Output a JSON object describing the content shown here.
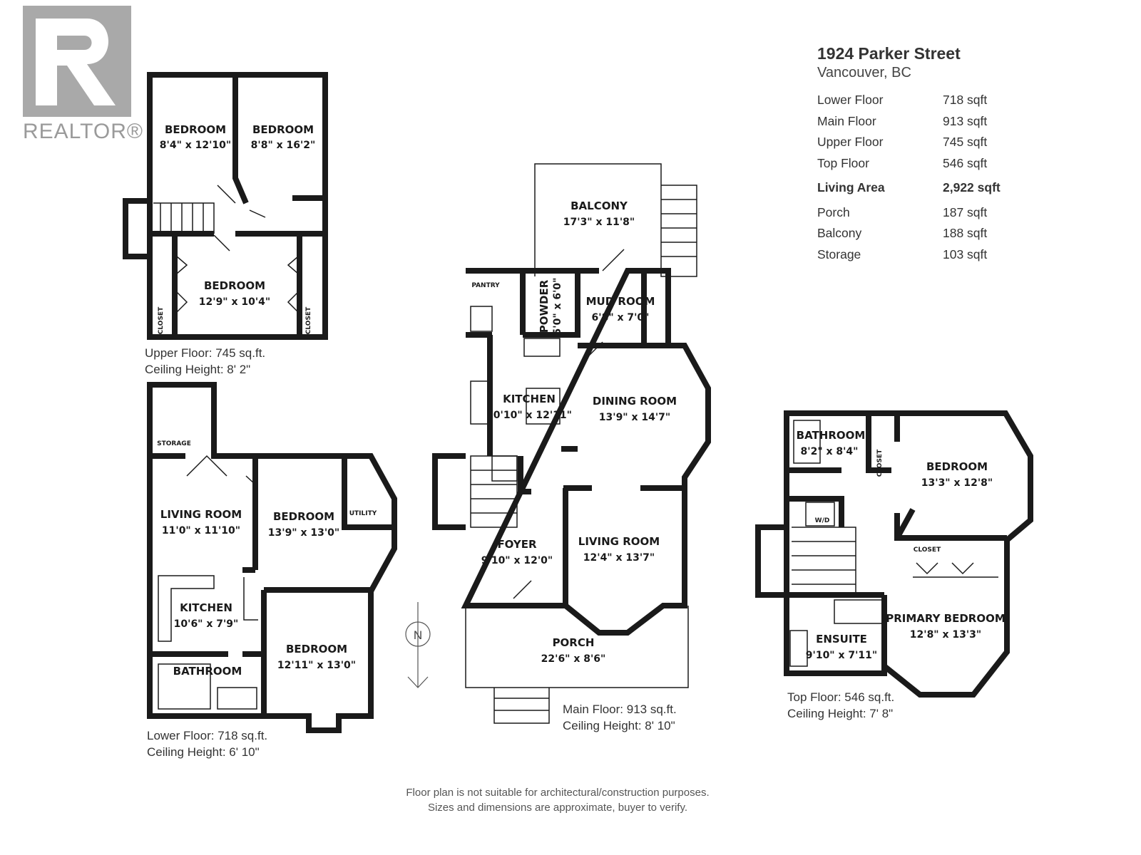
{
  "logo": {
    "text": "REALTOR®",
    "icon": "realtor-r-logo",
    "color": "#a9a9a9"
  },
  "summary": {
    "address": "1924 Parker Street",
    "city": "Vancouver, BC",
    "floors": [
      {
        "label": "Lower Floor",
        "value": "718 sqft"
      },
      {
        "label": "Main Floor",
        "value": "913 sqft"
      },
      {
        "label": "Upper Floor",
        "value": "745 sqft"
      },
      {
        "label": "Top Floor",
        "value": "546 sqft"
      }
    ],
    "total": {
      "label": "Living Area",
      "value": "2,922 sqft"
    },
    "extras": [
      {
        "label": "Porch",
        "value": "187 sqft"
      },
      {
        "label": "Balcony",
        "value": "188 sqft"
      },
      {
        "label": "Storage",
        "value": "103 sqft"
      }
    ]
  },
  "upper": {
    "caption1": "Upper Floor: 745 sq.ft.",
    "caption2": "Ceiling Height: 8' 2\"",
    "rooms": [
      {
        "name": "BEDROOM",
        "dims": "8'4\" x 12'10\""
      },
      {
        "name": "BEDROOM",
        "dims": "8'8\" x 16'2\""
      },
      {
        "name": "BEDROOM",
        "dims": "12'9\" x 10'4\""
      }
    ],
    "closet": "CLOSET"
  },
  "lower": {
    "caption1": "Lower Floor: 718 sq.ft.",
    "caption2": "Ceiling Height: 6' 10\"",
    "rooms": [
      {
        "name": "STORAGE"
      },
      {
        "name": "LIVING ROOM",
        "dims": "11'0\" x 11'10\""
      },
      {
        "name": "BEDROOM",
        "dims": "13'9\" x 13'0\""
      },
      {
        "name": "UTILITY"
      },
      {
        "name": "KITCHEN",
        "dims": "10'6\" x 7'9\""
      },
      {
        "name": "BATHROOM"
      },
      {
        "name": "BEDROOM",
        "dims": "12'11\" x 13'0\""
      }
    ]
  },
  "main": {
    "caption1": "Main Floor: 913 sq.ft.",
    "caption2": "Ceiling Height: 8' 10\"",
    "rooms": [
      {
        "name": "BALCONY",
        "dims": "17'3\" x 11'8\""
      },
      {
        "name": "PANTRY"
      },
      {
        "name": "POWDER",
        "dims": "5'0\" x 6'0\""
      },
      {
        "name": "MUD ROOM",
        "dims": "6'8\" x 7'0\""
      },
      {
        "name": "KITCHEN",
        "dims": "10'10\" x 12'11\""
      },
      {
        "name": "DINING ROOM",
        "dims": "13'9\" x 14'7\""
      },
      {
        "name": "FOYER",
        "dims": "9'10\" x 12'0\""
      },
      {
        "name": "LIVING ROOM",
        "dims": "12'4\" x 13'7\""
      },
      {
        "name": "PORCH",
        "dims": "22'6\" x 8'6\""
      }
    ]
  },
  "top": {
    "caption1": "Top Floor: 546 sq.ft.",
    "caption2": "Ceiling Height: 7' 8\"",
    "rooms": [
      {
        "name": "BATHROOM",
        "dims": "8'2\" x 8'4\""
      },
      {
        "name": "CLOSET"
      },
      {
        "name": "BEDROOM",
        "dims": "13'3\" x 12'8\""
      },
      {
        "name": "W/D"
      },
      {
        "name": "CLOSET"
      },
      {
        "name": "PRIMARY BEDROOM",
        "dims": "12'8\" x 13'3\""
      },
      {
        "name": "ENSUITE",
        "dims": "9'10\" x 7'11\""
      }
    ]
  },
  "compass": {
    "label": "N",
    "icon": "north-arrow-icon"
  },
  "disclaimer": {
    "line1": "Floor plan is not suitable for architectural/construction purposes.",
    "line2": "Sizes and dimensions are approximate, buyer to verify."
  }
}
